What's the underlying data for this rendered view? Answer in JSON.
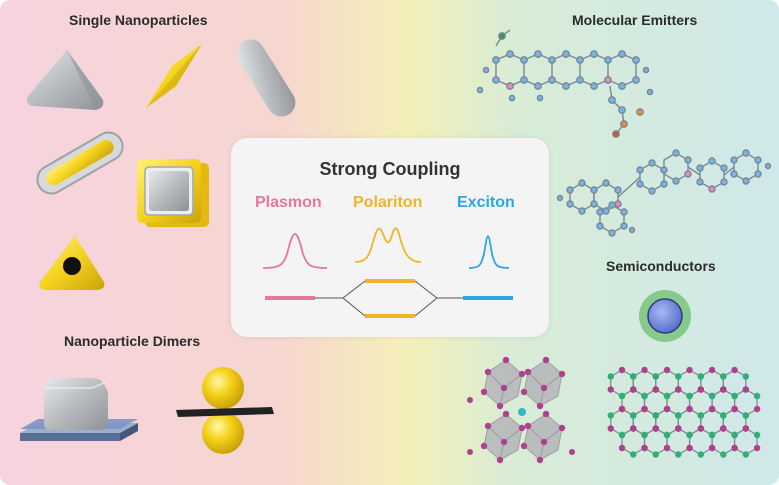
{
  "sections": {
    "single_nanoparticles": "Single Nanoparticles",
    "nanoparticle_dimers": "Nanoparticle Dimers",
    "molecular_emitters": "Molecular Emitters",
    "semiconductors": "Semiconductors"
  },
  "center": {
    "title": "Strong Coupling",
    "plasmon": "Plasmon",
    "polariton": "Polariton",
    "exciton": "Exciton"
  },
  "colors": {
    "plasmon": "#e8769a",
    "polariton": "#f0b429",
    "exciton": "#29a8df",
    "gold": "#f5d21e",
    "silver": "#b9bcbf"
  }
}
